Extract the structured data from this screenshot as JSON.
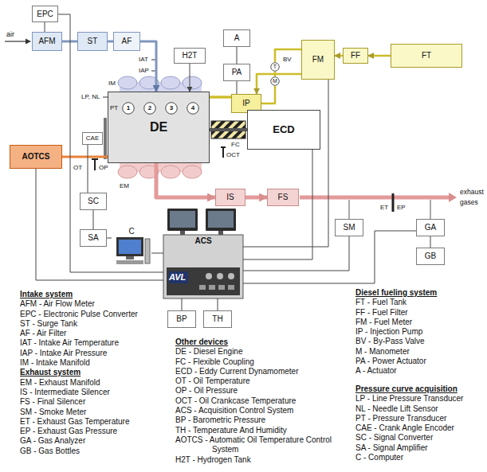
{
  "diagram": {
    "nodes": [
      {
        "text": [
          "EPC"
        ]
      },
      {
        "text": [
          "AFM"
        ]
      },
      {
        "text": [
          "ST"
        ]
      },
      {
        "text": [
          "AF"
        ]
      },
      {
        "text": [
          "H2T"
        ]
      },
      {
        "text": [
          "A"
        ]
      },
      {
        "text": [
          "PA"
        ]
      },
      {
        "text": [
          "T"
        ]
      },
      {
        "text": [
          "M"
        ]
      },
      {
        "text": [
          "FM"
        ]
      },
      {
        "text": [
          "FF"
        ]
      },
      {
        "text": [
          "FT"
        ]
      },
      {
        "text": [
          "IP"
        ]
      },
      {
        "text": [
          "DE"
        ]
      },
      {
        "text": [
          "1"
        ],
        "in": 13
      },
      {
        "text": [
          "2"
        ],
        "in": 13
      },
      {
        "text": [
          "3"
        ],
        "in": 13
      },
      {
        "text": [
          "4"
        ],
        "in": 13
      },
      {
        "text": [
          "ECD"
        ]
      },
      {
        "text": [
          "AOTCS"
        ]
      },
      {
        "text": [
          "CAE"
        ]
      },
      {
        "text": [
          "SC"
        ]
      },
      {
        "text": [
          "SA"
        ]
      },
      {
        "text": [
          "C"
        ]
      },
      {
        "text": [
          "IS"
        ]
      },
      {
        "text": [
          "FS"
        ]
      },
      {
        "text": [
          "SM"
        ]
      },
      {
        "text": [
          "GA"
        ]
      },
      {
        "text": [
          "GB"
        ]
      },
      {
        "text": [
          "ACS"
        ]
      },
      {
        "text": [
          "BP"
        ]
      },
      {
        "text": [
          "TH"
        ]
      }
    ],
    "edges": [
      {
        "from": 0,
        "to": 1,
        "arrow": "none"
      },
      {
        "from": 1,
        "to": 2,
        "arrow": "none"
      },
      {
        "from": 2,
        "to": 3,
        "arrow": "none"
      },
      {
        "from": 3,
        "to": 13,
        "arrow": "to"
      },
      {
        "from": 4,
        "to": 13,
        "arrow": "to"
      },
      {
        "from": 5,
        "to": 6,
        "arrow": "none"
      },
      {
        "from": 6,
        "to": 12,
        "arrow": "none"
      },
      {
        "from": 11,
        "to": 10,
        "arrow": "to"
      },
      {
        "from": 10,
        "to": 9,
        "arrow": "to"
      },
      {
        "from": 9,
        "to": 12,
        "arrow": "to"
      },
      {
        "from": 9,
        "to": 7,
        "arrow": "none"
      },
      {
        "from": 7,
        "to": 8,
        "arrow": "none"
      },
      {
        "from": 8,
        "to": 12,
        "arrow": "none"
      },
      {
        "from": 12,
        "to": 14,
        "arrow": "none"
      },
      {
        "from": 12,
        "to": 15,
        "arrow": "none"
      },
      {
        "from": 12,
        "to": 16,
        "arrow": "none"
      },
      {
        "from": 12,
        "to": 17,
        "arrow": "none"
      },
      {
        "from": 13,
        "to": 18,
        "arrow": "none"
      },
      {
        "from": 19,
        "to": 13,
        "arrow": "none"
      },
      {
        "from": 20,
        "to": 21,
        "arrow": "none"
      },
      {
        "from": 21,
        "to": 22,
        "arrow": "none"
      },
      {
        "from": 22,
        "to": 23,
        "arrow": "none"
      },
      {
        "from": 23,
        "to": 29,
        "arrow": "none"
      },
      {
        "from": 0,
        "to": 29,
        "arrow": "none"
      },
      {
        "from": 19,
        "to": 29,
        "arrow": "none"
      },
      {
        "from": 13,
        "to": 24,
        "arrow": "to"
      },
      {
        "from": 24,
        "to": 25,
        "arrow": "to"
      },
      {
        "from": 26,
        "to": 29,
        "arrow": "none"
      },
      {
        "from": 27,
        "to": 28,
        "arrow": "none"
      },
      {
        "from": 27,
        "to": 29,
        "arrow": "none"
      },
      {
        "from": 18,
        "to": 29,
        "arrow": "none"
      },
      {
        "from": 9,
        "to": 29,
        "arrow": "none"
      },
      {
        "from": 30,
        "to": 29,
        "arrow": "none"
      },
      {
        "from": 31,
        "to": 29,
        "arrow": "none"
      }
    ],
    "labels": [
      "air",
      "IAT",
      "IAP",
      "IM",
      "LP, NL",
      "PT",
      "BV",
      "FC",
      "OCT",
      "OT",
      "OP",
      "EM",
      "ET",
      "EP",
      "exhaust gases",
      "AVL",
      "Intake system",
      "AFM - Air Flow Meter",
      "EPC - Electronic Pulse Converter",
      "ST - Surge Tank",
      "AF - Air Filter",
      "IAT - Intake Air Temperature",
      "IAP - Intake Air Pressure",
      "IM - Intake Manifold",
      "Exhaust system",
      "EM - Exhaust Manifold",
      "IS - Intermediate Silencer",
      "FS - Final Silencer",
      "SM - Smoke Meter",
      "ET - Exhaust Gas Temperature",
      "EP - Exhaust Gas Pressure",
      "GA - Gas Analyzer",
      "GB - Gas Bottles",
      "Other devices",
      "DE - Diesel Engine",
      "FC - Flexible Coupling",
      "ECD - Eddy Current Dynamometer",
      "OT - Oil Temperature",
      "OP - Oil Pressure",
      "OCT - Oil Crankcase Temperature",
      "ACS - Acquisition Control System",
      "BP - Barometric Pressure",
      "TH - Temperature And Humidity",
      "AOTCS - Automatic Oil Temperature Control System",
      "H2T - Hydrogen Tank",
      "Diesel fueling system",
      "FT - Fuel Tank",
      "FF - Fuel Filter",
      "FM - Fuel Meter",
      "IP - Injection Pump",
      "BV - By-Pass Valve",
      "M - Manometer",
      "PA - Power Actuator",
      "A - Actuator",
      "Pressure curve acquisition",
      "LP - Line Pressure Transducer",
      "NL - Needle Lift Sensor",
      "PT - Pressure Transducer",
      "CAE - Crank Angle Encoder",
      "SC - Signal Converter",
      "SA - Signal Amplifier",
      "C - Computer"
    ]
  }
}
